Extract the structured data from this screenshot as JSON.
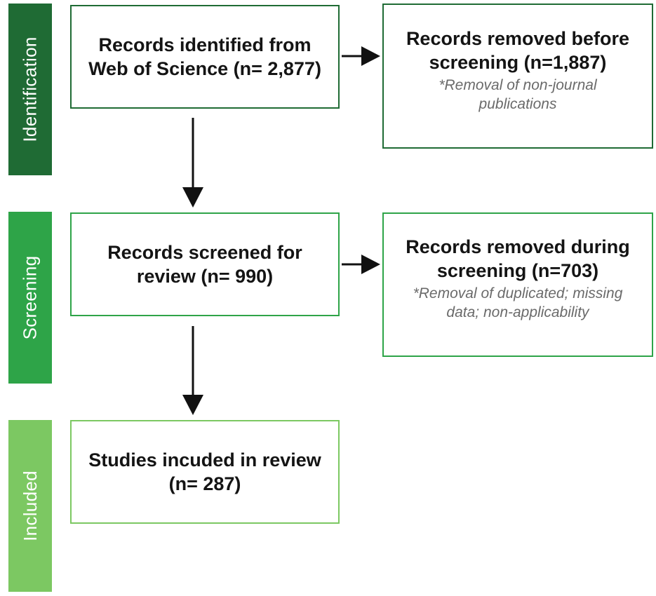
{
  "stages": {
    "identification": {
      "label": "Identification",
      "color": "#1f6b34"
    },
    "screening": {
      "label": "Screening",
      "color": "#2ea448"
    },
    "included": {
      "label": "Included",
      "color": "#7cc862"
    }
  },
  "boxes": {
    "identified": {
      "title": "Records identified from Web of Science (n= 2,877)",
      "border_color": "#1f6b34"
    },
    "removed_before": {
      "title": "Records removed before screening (n=1,887)",
      "note": "*Removal of non-journal publications",
      "border_color": "#1f6b34"
    },
    "screened": {
      "title": "Records screened for review (n= 990)",
      "border_color": "#2ea448"
    },
    "removed_during": {
      "title": "Records removed during screening (n=703)",
      "note": "*Removal of duplicated; missing data; non-applicability",
      "border_color": "#2ea448"
    },
    "included": {
      "title": "Studies incuded in review (n= 287)",
      "border_color": "#7cc862"
    }
  },
  "arrow_color": "#111111"
}
